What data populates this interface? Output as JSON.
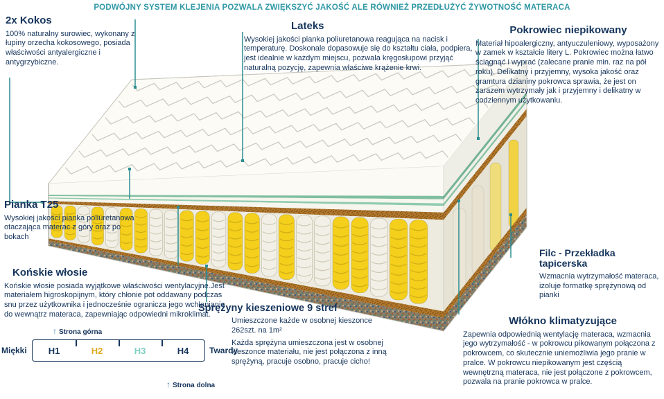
{
  "headline": "PODWÓJNY SYSTEM KLEJENIA POZWALA ZWIĘKSZYĆ JAKOŚĆ ALE RÓWNIEŻ PRZEDŁUŻYĆ ŻYWOTNOŚĆ MATERACA",
  "annotations": {
    "kokos": {
      "title": "2x Kokos",
      "body": "100% naturalny surowiec, wykonany z łupiny orzecha kokosowego, posiada właściwości antyalergiczne i antygrzybiczne."
    },
    "lateks": {
      "title": "Lateks",
      "body": "Wysokiej jakości pianka poliuretanowa reagująca na nacisk i temperaturę. Doskonale dopasowuje się do kształtu ciała, podpiera, jest idealnie w każdym miejscu, pozwala kręgosłupowi przyjąć naturalną pozycję, zapewnia właściwe krążenie krwi."
    },
    "pokrowiec": {
      "title": "Pokrowiec niepikowany",
      "body": "Materiał hipoalergiczny, antyuczuleniowy, wyposażony w zamek w kształcie litery L. Pokrowiec można łatwo ściągnąć i wyprać (zalecane pranie min. raz na pół roku). Delikatny i przyjemny, wysoka jakość oraz gramtura dzianiny pokrowca sprawia, że jest on zarazem wytrzymały jak i przyjemny i delikatny w codziennym użytkowaniu."
    },
    "pianka": {
      "title": "Pianka T25",
      "body": "Wysokiej jakości pianka poliuretanowa otaczająca materac z góry oraz po bokach"
    },
    "konskie": {
      "title": "Końskie włosie",
      "body": "Końskie włosie posiada wyjątkowe właściwości wentylacyjne.Jest materiałem higroskopijnym, który chłonie pot oddawany podczas snu przez użytkownika i jednocześnie ogranicza jego wchłanianie do wewnątrz materaca, zapewniając odpowiedni mikroklimat."
    },
    "sprezyny": {
      "title": "Sprężyny kieszeniowe 9 stref",
      "body_intro": "Umieszczone każde w osobnej kieszonce 262szt. na 1m²",
      "body": "Każda sprężyna umieszczona jest w osobnej kieszonce materiału, nie jest połączona z inną sprężyną, pracuje osobno, pracuje cicho!"
    },
    "filc": {
      "title": "Filc - Przekładka tapicerska",
      "body": "Wzmacnia wytrzymałość materaca, izoluje formatkę sprężynową od pianki"
    },
    "wlokno": {
      "title": "Włókno klimatyzujące",
      "body": "Zapewnia odpowiednią wentylację materaca, wzmacnia jego wytrzymałość - w pokrowcu pikowanym połączona z pokrowcem, co skutecznie uniemożliwia jego pranie w pralce. W pokrowcu niepikowanym jest częścią wewnętrzną materaca, nie jest połączone z pokrowcem, pozwala na pranie pokrowca w pralce."
    }
  },
  "hardness_scale": {
    "soft_label": "Miękki",
    "hard_label": "Twardy",
    "levels": [
      {
        "label": "H1",
        "color": "#16355c"
      },
      {
        "label": "H2",
        "color": "#e0a91f"
      },
      {
        "label": "H3",
        "color": "#7ecec2"
      },
      {
        "label": "H4",
        "color": "#16355c"
      }
    ],
    "top_side_label": "Strona górna",
    "bottom_side_label": "Strona dolna"
  },
  "icons": {
    "up_arrow": "↑"
  },
  "colors": {
    "accent_teal": "#2f98a5",
    "heading_navy": "#16355c",
    "leader_teal": "#2a8d91",
    "spring_yellow": "#f4cf1b",
    "spring_white": "#f2f0e6",
    "coconut_brown": "#b1772c",
    "latex_green": "#80bfa0",
    "arrow_blue": "#3e7dc0"
  }
}
